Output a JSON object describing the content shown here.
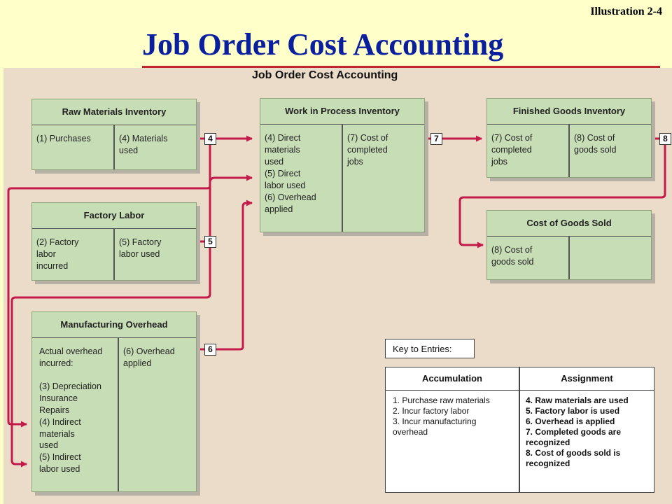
{
  "illustration": "Illustration 2-4",
  "title": "Job Order Cost Accounting",
  "figure_title": "Job Order Cost Accounting",
  "accounts": {
    "raw_materials": {
      "title": "Raw Materials Inventory",
      "left": "(1) Purchases",
      "right": "(4) Materials\n      used"
    },
    "factory_labor": {
      "title": "Factory Labor",
      "left": "(2) Factory\n      labor\n      incurred",
      "right": "(5) Factory\n      labor used"
    },
    "mfg_overhead": {
      "title": "Manufacturing Overhead",
      "left": "Actual overhead\nincurred:\n\n(3) Depreciation\n      Insurance\n      Repairs\n(4) Indirect\n      materials\n      used\n(5) Indirect\n      labor used",
      "right": "(6) Overhead\n      applied"
    },
    "wip": {
      "title": "Work in Process Inventory",
      "left": "(4) Direct\n      materials\n      used\n(5) Direct\n      labor used\n(6) Overhead\n      applied",
      "right": "(7) Cost of\n      completed\n      jobs"
    },
    "finished_goods": {
      "title": "Finished Goods Inventory",
      "left": "(7) Cost of\n      completed\n      jobs",
      "right": "(8) Cost of\n      goods sold"
    },
    "cogs": {
      "title": "Cost of Goods Sold",
      "left": "(8) Cost of\n      goods sold",
      "right": ""
    }
  },
  "entry_numbers": {
    "n4": "4",
    "n5": "5",
    "n6": "6",
    "n7": "7",
    "n8": "8"
  },
  "key": {
    "label": "Key to Entries:",
    "accumulation_header": "Accumulation",
    "assignment_header": "Assignment",
    "accumulation": "1. Purchase raw materials\n2. Incur factory labor\n3. Incur manufacturing\n    overhead",
    "assignment": "4. Raw materials are used\n5. Factory labor is used\n6. Overhead is applied\n7. Completed goods are\n    recognized\n8. Cost of goods sold is\n    recognized"
  },
  "colors": {
    "title": "#0a1f9e",
    "rule": "#c0262d",
    "arrow": "#c41a4a",
    "account_fill": "#c6ddb5",
    "figure_bg": "#ebdcc9",
    "slide_bg": "#ffffc9"
  }
}
